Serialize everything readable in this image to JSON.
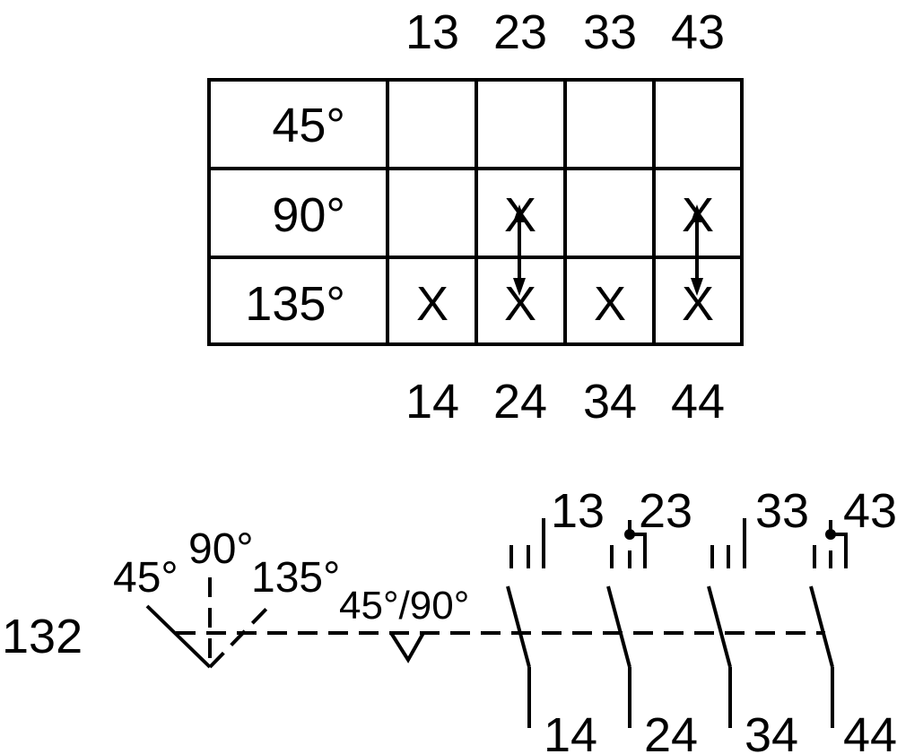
{
  "table": {
    "top_labels": [
      "13",
      "23",
      "33",
      "43"
    ],
    "bottom_labels": [
      "14",
      "24",
      "34",
      "44"
    ],
    "rows": [
      {
        "angle": "45°",
        "cells": [
          "",
          "",
          "",
          ""
        ]
      },
      {
        "angle": "90°",
        "cells": [
          "",
          "X",
          "",
          "X"
        ]
      },
      {
        "angle": "135°",
        "cells": [
          "X",
          "X",
          "X",
          "X"
        ]
      }
    ]
  },
  "schematic": {
    "switch_number": "132",
    "positions": [
      "45°",
      "90°",
      "135°"
    ],
    "detent_label": "45°/90°",
    "contacts": [
      {
        "top": "13",
        "bottom": "14"
      },
      {
        "top": "23",
        "bottom": "24"
      },
      {
        "top": "33",
        "bottom": "34"
      },
      {
        "top": "43",
        "bottom": "44"
      }
    ]
  },
  "colors": {
    "ink": "#000000",
    "background": "#ffffff"
  }
}
